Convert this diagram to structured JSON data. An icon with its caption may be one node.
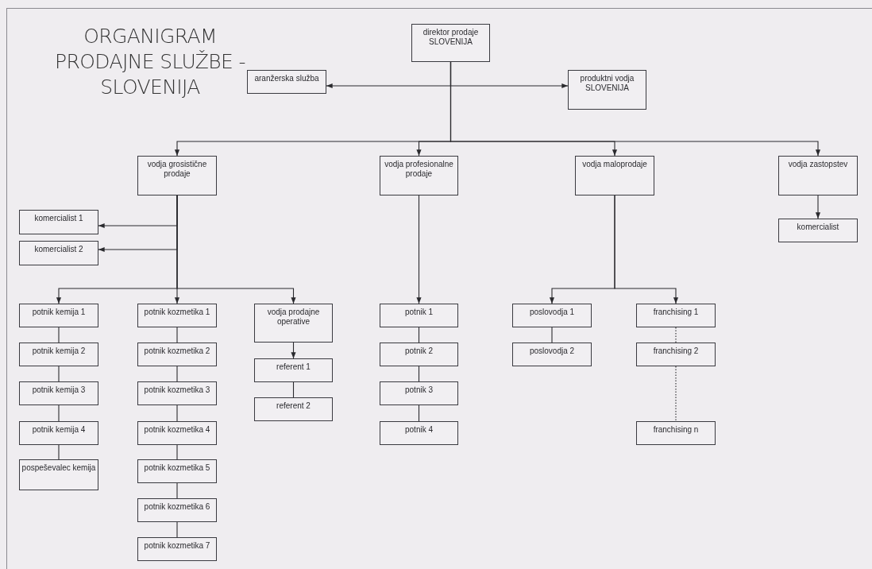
{
  "diagram": {
    "title": "ORGANIGRAM PRODAJNE SLUŽBE - SLOVENIJA",
    "nodes": [
      {
        "text": [
          "direktor prodaje SLOVENIJA"
        ]
      },
      {
        "text": [
          "aranžerska služba"
        ]
      },
      {
        "text": [
          "produktni vodja SLOVENIJA"
        ]
      },
      {
        "text": [
          "vodja grosistične prodaje"
        ]
      },
      {
        "text": [
          "vodja profesionalne prodaje"
        ]
      },
      {
        "text": [
          "vodja maloprodaje"
        ]
      },
      {
        "text": [
          "vodja zastopstev"
        ]
      },
      {
        "text": [
          "komercialist 1"
        ]
      },
      {
        "text": [
          "komercialist 2"
        ]
      },
      {
        "text": [
          "komercialist"
        ]
      },
      {
        "text": [
          "potnik kemija 1"
        ]
      },
      {
        "text": [
          "potnik kozmetika 1"
        ]
      },
      {
        "text": [
          "vodja prodajne operative"
        ]
      },
      {
        "text": [
          "potnik 1"
        ]
      },
      {
        "text": [
          "poslovodja 1"
        ]
      },
      {
        "text": [
          "franchising 1"
        ]
      },
      {
        "text": [
          "potnik kemija 2"
        ]
      },
      {
        "text": [
          "potnik kozmetika 2"
        ]
      },
      {
        "text": [
          "potnik 2"
        ]
      },
      {
        "text": [
          "poslovodja 2"
        ]
      },
      {
        "text": [
          "franchising 2"
        ]
      },
      {
        "text": [
          "referent 1"
        ]
      },
      {
        "text": [
          "potnik kemija 3"
        ]
      },
      {
        "text": [
          "potnik kozmetika 3"
        ]
      },
      {
        "text": [
          "potnik 3"
        ]
      },
      {
        "text": [
          "referent 2"
        ]
      },
      {
        "text": [
          "potnik kemija 4"
        ]
      },
      {
        "text": [
          "potnik kozmetika 4"
        ]
      },
      {
        "text": [
          "potnik 4"
        ]
      },
      {
        "text": [
          "franchising n"
        ]
      },
      {
        "text": [
          "pospeševalec kemija"
        ]
      },
      {
        "text": [
          "potnik kozmetika 5"
        ]
      },
      {
        "text": [
          "potnik kozmetika 6"
        ]
      },
      {
        "text": [
          "potnik kozmetika 7"
        ]
      }
    ],
    "edges": [
      {
        "from": 0,
        "to": 1,
        "arrow": "to"
      },
      {
        "from": 0,
        "to": 2,
        "arrow": "to"
      },
      {
        "from": 0,
        "to": 3,
        "arrow": "to"
      },
      {
        "from": 0,
        "to": 4,
        "arrow": "to"
      },
      {
        "from": 0,
        "to": 5,
        "arrow": "to"
      },
      {
        "from": 0,
        "to": 6,
        "arrow": "to"
      },
      {
        "from": 3,
        "to": 7,
        "arrow": "to"
      },
      {
        "from": 3,
        "to": 8,
        "arrow": "to"
      },
      {
        "from": 3,
        "to": 10,
        "arrow": "to"
      },
      {
        "from": 3,
        "to": 11,
        "arrow": "to"
      },
      {
        "from": 3,
        "to": 12,
        "arrow": "to"
      },
      {
        "from": 12,
        "to": 21,
        "arrow": "to"
      },
      {
        "from": 21,
        "to": 25,
        "arrow": "none"
      },
      {
        "from": 10,
        "to": 16,
        "arrow": "none"
      },
      {
        "from": 16,
        "to": 22,
        "arrow": "none"
      },
      {
        "from": 22,
        "to": 26,
        "arrow": "none"
      },
      {
        "from": 26,
        "to": 30,
        "arrow": "none"
      },
      {
        "from": 11,
        "to": 17,
        "arrow": "none"
      },
      {
        "from": 17,
        "to": 23,
        "arrow": "none"
      },
      {
        "from": 23,
        "to": 27,
        "arrow": "none"
      },
      {
        "from": 27,
        "to": 31,
        "arrow": "none"
      },
      {
        "from": 31,
        "to": 32,
        "arrow": "none"
      },
      {
        "from": 32,
        "to": 33,
        "arrow": "none"
      },
      {
        "from": 4,
        "to": 13,
        "arrow": "to"
      },
      {
        "from": 13,
        "to": 18,
        "arrow": "none"
      },
      {
        "from": 18,
        "to": 24,
        "arrow": "none"
      },
      {
        "from": 24,
        "to": 28,
        "arrow": "none"
      },
      {
        "from": 5,
        "to": 14,
        "arrow": "to"
      },
      {
        "from": 5,
        "to": 15,
        "arrow": "to"
      },
      {
        "from": 14,
        "to": 19,
        "arrow": "none"
      },
      {
        "from": 15,
        "to": 20,
        "arrow": "none",
        "style": "dashed"
      },
      {
        "from": 20,
        "to": 29,
        "arrow": "none",
        "style": "dashed"
      },
      {
        "from": 6,
        "to": 9,
        "arrow": "to"
      }
    ]
  }
}
